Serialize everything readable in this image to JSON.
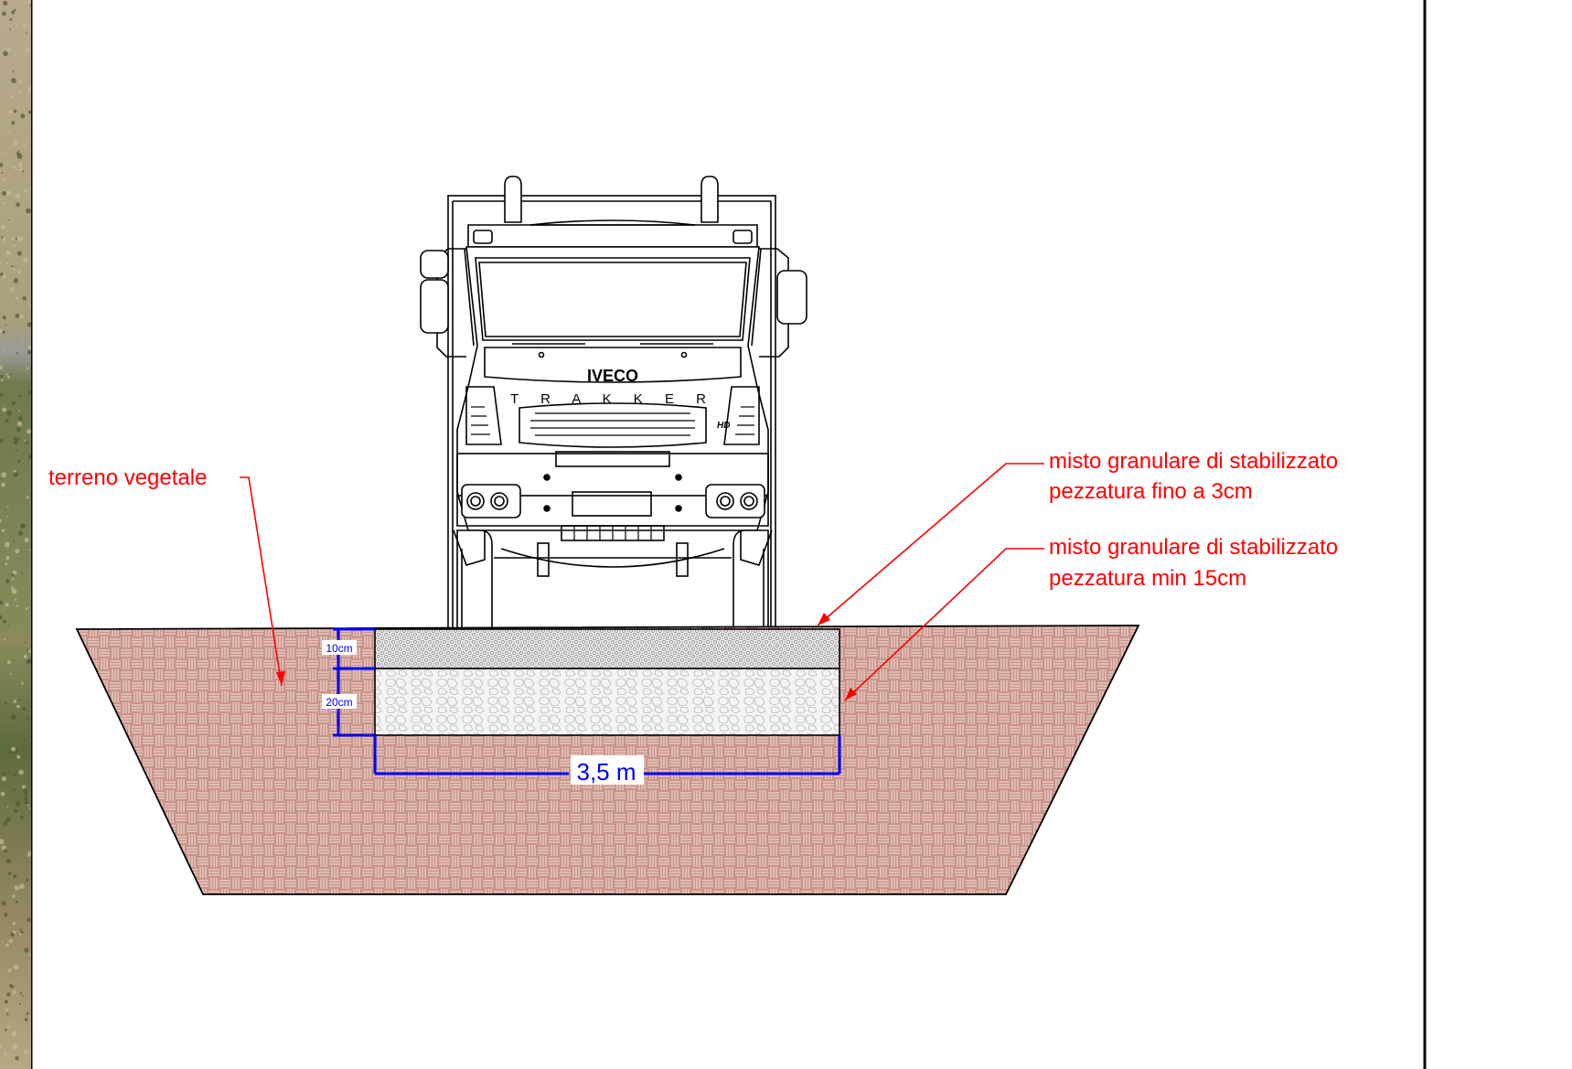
{
  "truck": {
    "brand": "IVECO",
    "model": "T R A K K E R",
    "badge": "HD"
  },
  "labels": {
    "topsoil": "terreno vegetale",
    "top_layer_line1": "misto granulare di stabilizzato",
    "top_layer_line2": "pezzatura fino a 3cm",
    "base_layer_line1": "misto granulare di stabilizzato",
    "base_layer_line2": "pezzatura min 15cm"
  },
  "dimensions": {
    "top_layer_thickness": "10cm",
    "base_layer_thickness": "20cm",
    "road_width": "3,5 m"
  },
  "colors": {
    "annotation": "#ff0000",
    "dimension": "#0000ff",
    "soil": "#c9948a",
    "outline": "#000000"
  }
}
